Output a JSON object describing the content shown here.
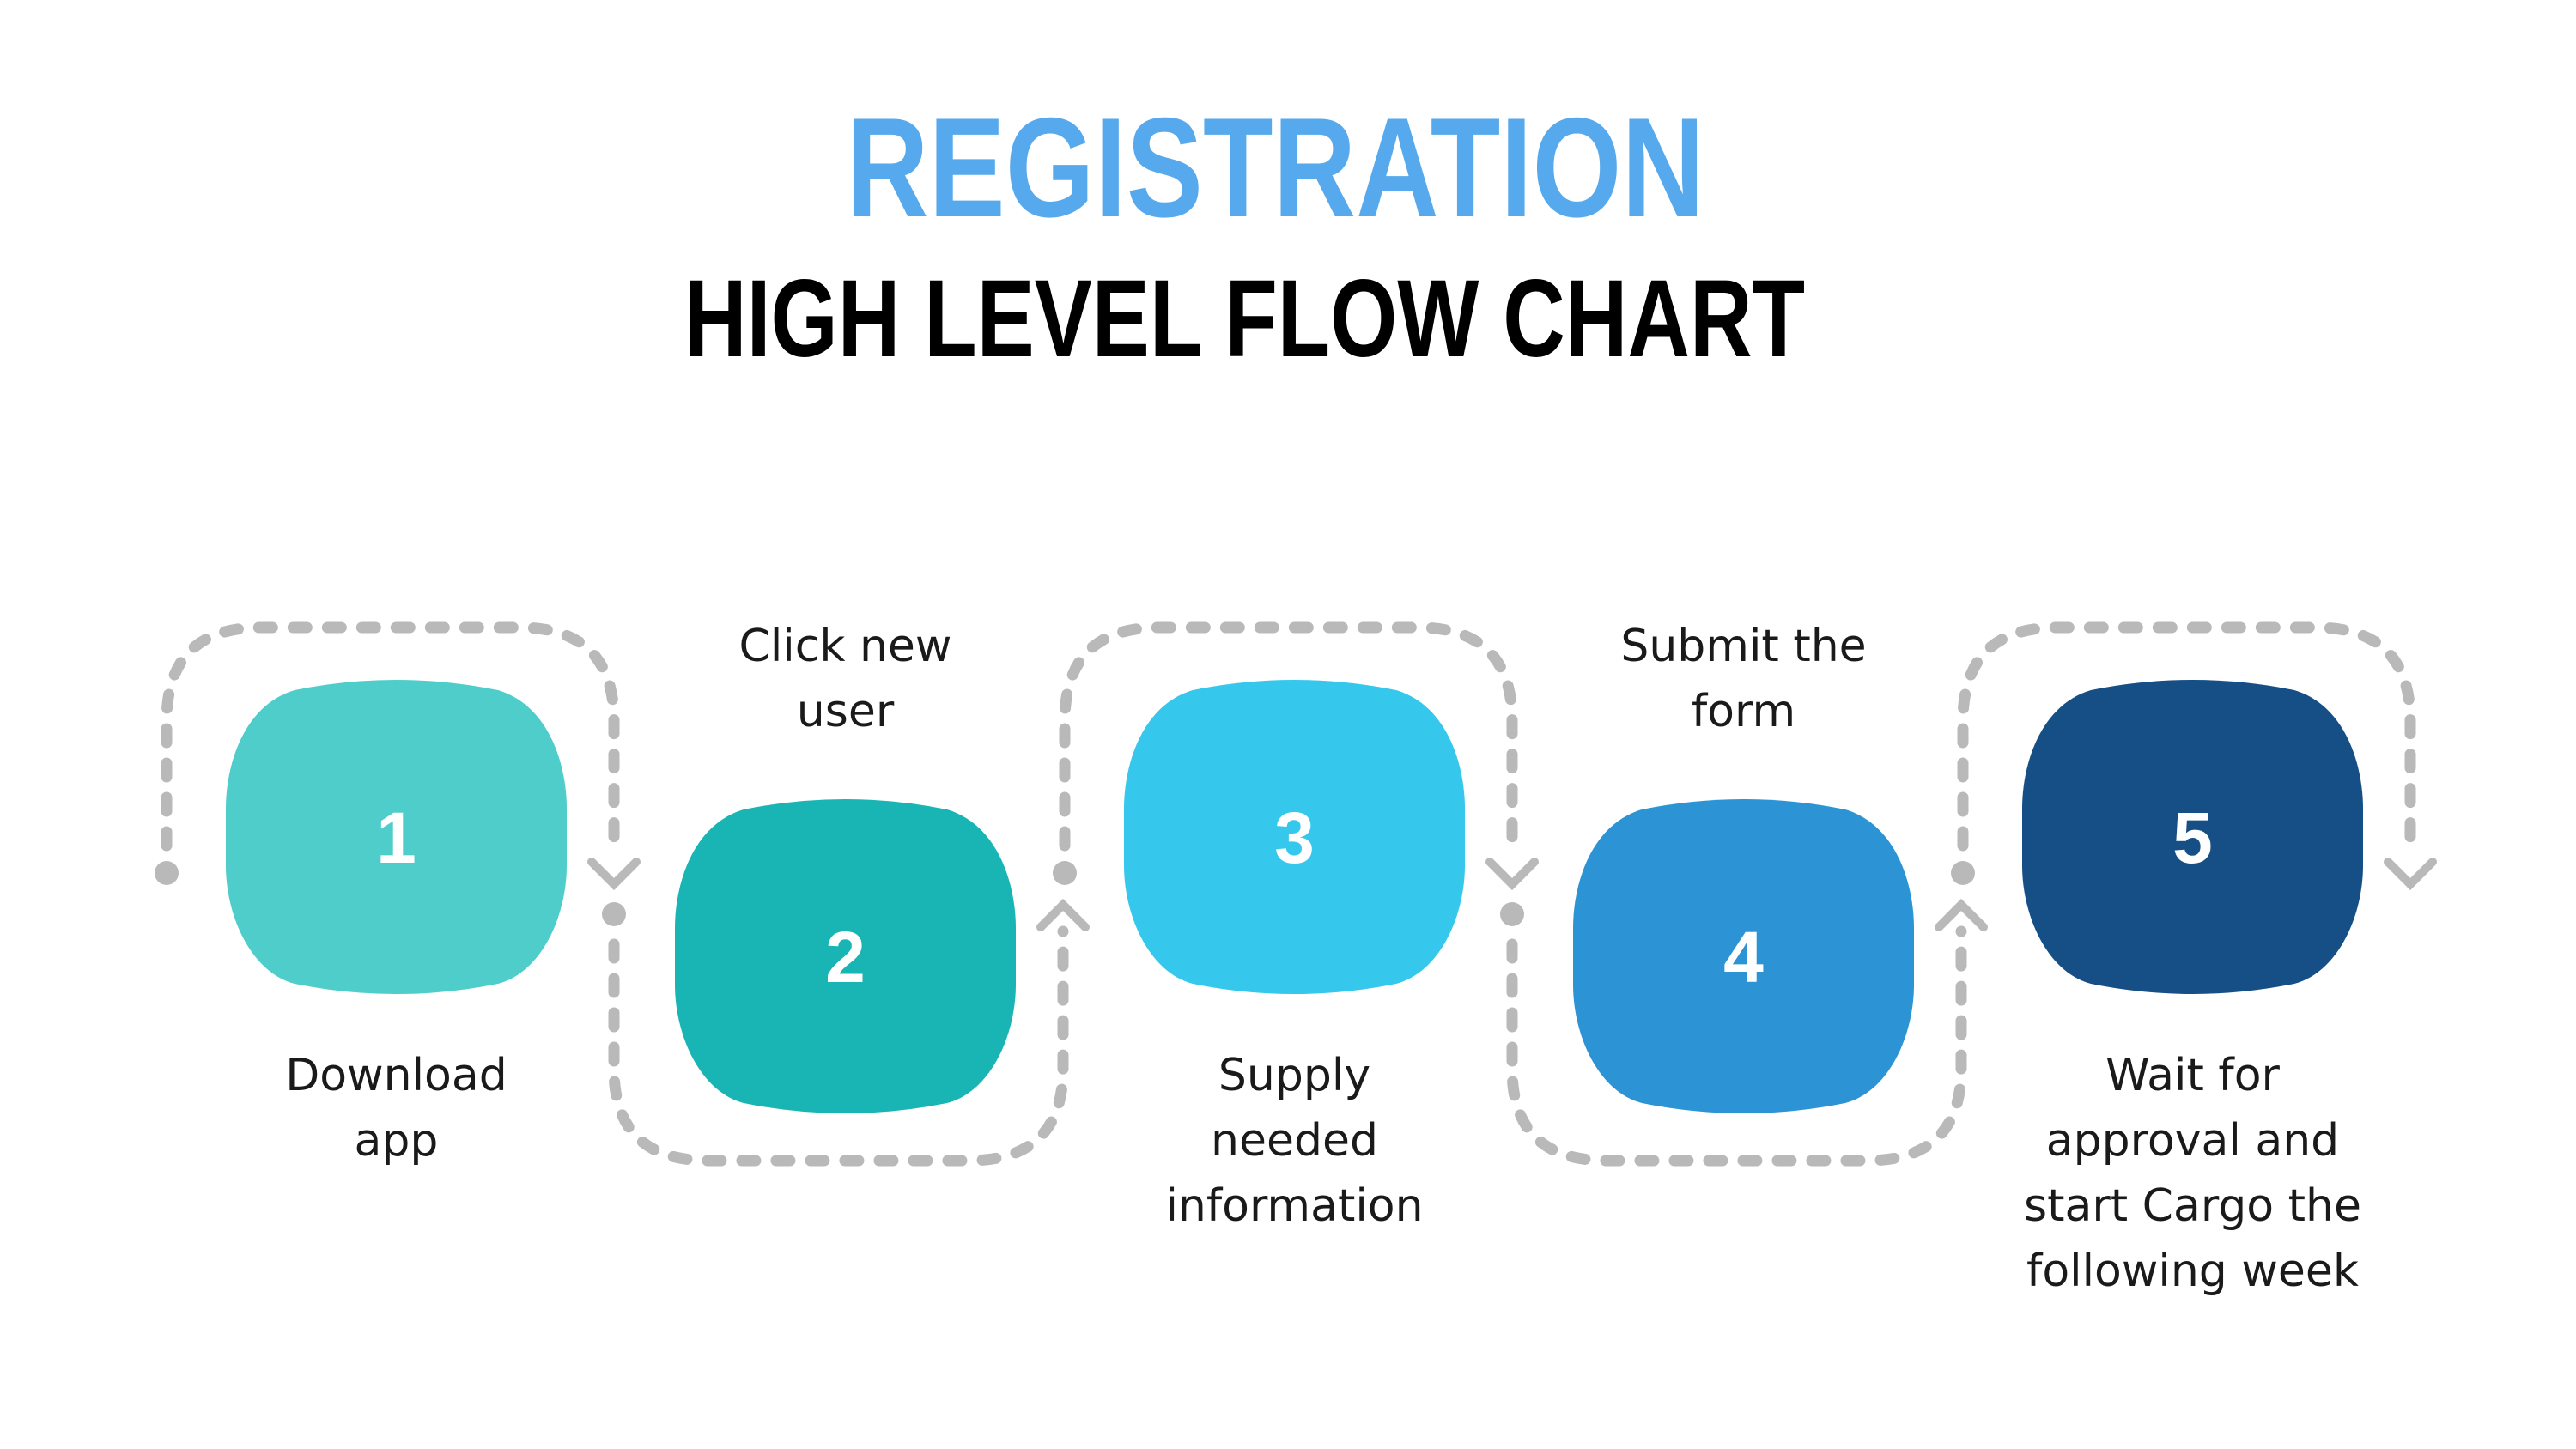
{
  "title": "REGISTRATION",
  "subtitle": "HIGH LEVEL FLOW CHART",
  "colors": {
    "title": "#56A9EC",
    "subtitle": "#000000",
    "connector": "#B9B9B9"
  },
  "steps": [
    {
      "number": "1",
      "label": [
        "Download",
        "app"
      ],
      "color": "#4ECDCB"
    },
    {
      "number": "2",
      "label": [
        "Click new",
        "user"
      ],
      "color": "#19B5B4"
    },
    {
      "number": "3",
      "label": [
        "Supply",
        "needed",
        "information"
      ],
      "color": "#36C7EC"
    },
    {
      "number": "4",
      "label": [
        "Submit the",
        "form"
      ],
      "color": "#2C93D5"
    },
    {
      "number": "5",
      "label": [
        "Wait for",
        "approval and",
        "start Cargo the",
        "following week"
      ],
      "color": "#154F85"
    }
  ]
}
